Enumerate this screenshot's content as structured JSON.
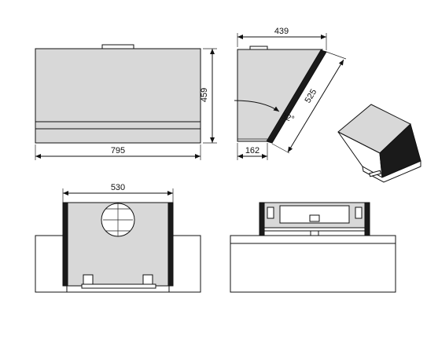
{
  "dimensions": {
    "front_width": "795",
    "front_height": "459",
    "side_top_depth": "439",
    "side_diagonal": "525",
    "side_bottom_depth": "162",
    "tilt_angle": "32°",
    "top_duct_width": "530"
  },
  "colors": {
    "line": "#111111",
    "hood_fill": "#d8d8d8",
    "panel_dark": "#1a1a1a",
    "background": "#ffffff"
  }
}
